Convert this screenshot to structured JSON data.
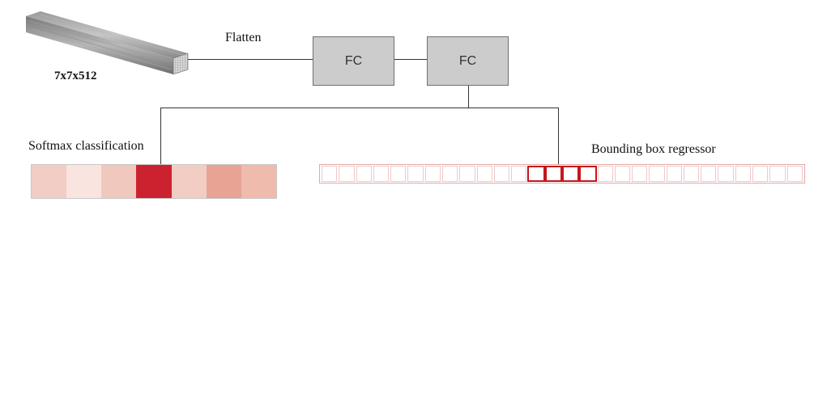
{
  "feature_map": {
    "label": "7x7x512"
  },
  "flatten_label": "Flatten",
  "fc_boxes": [
    {
      "label": "FC"
    },
    {
      "label": "FC"
    }
  ],
  "softmax": {
    "label": "Softmax classification",
    "cells": [
      "#f2cdc5",
      "#f9e4df",
      "#f1c8bd",
      "#cc2230",
      "#f2cdc4",
      "#e8a394",
      "#eebbad"
    ]
  },
  "regressor": {
    "label": "Bounding box regressor",
    "cell_count": 28,
    "highlight_cells": [
      12,
      13,
      14,
      15
    ],
    "highlight_color": "#c4161c"
  }
}
